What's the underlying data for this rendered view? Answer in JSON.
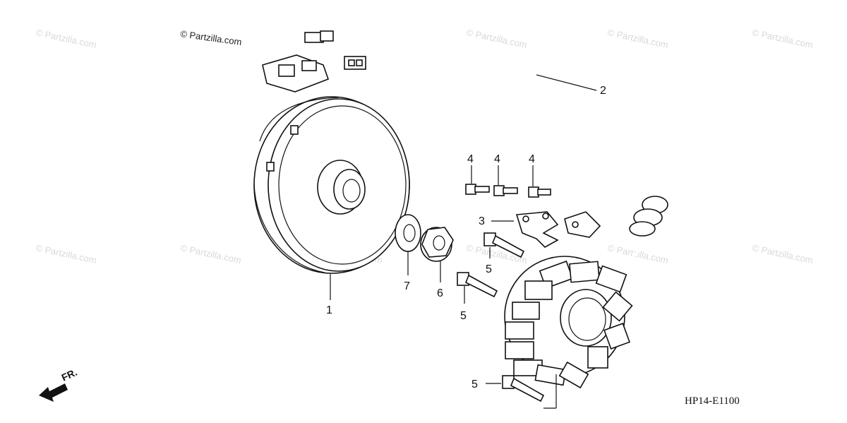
{
  "diagram": {
    "brand_label": "© Partzilla.com",
    "watermark": "© Partzilla.com",
    "diagram_code": "HP14-E1100",
    "direction_label": "FR.",
    "callouts": {
      "flywheel": "1",
      "wire_harness": "2",
      "clamp": "3",
      "bolt_4a": "4",
      "bolt_4b": "4",
      "bolt_4c": "4",
      "bolt_5a": "5",
      "bolt_5b": "5",
      "bolt_5c": "5",
      "nut": "6",
      "washer": "7"
    }
  }
}
